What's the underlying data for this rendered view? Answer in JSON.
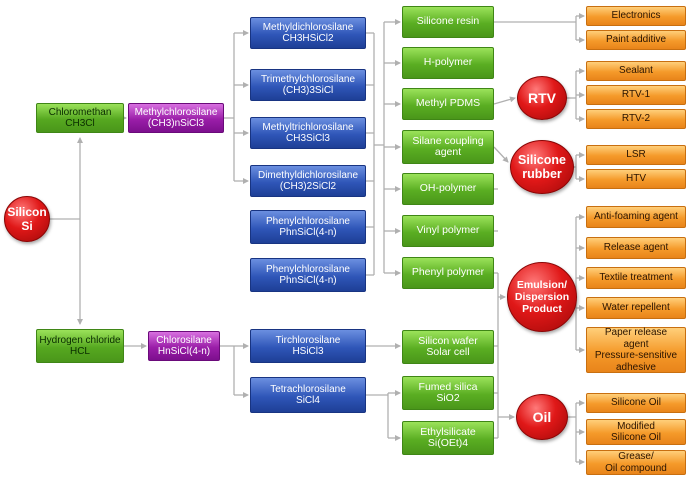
{
  "colors": {
    "green": "#56a820",
    "purple": "#9a1ea8",
    "blue": "#2f56b8",
    "orange": "#f59a2a",
    "red": "#e01818",
    "connector": "#b0b0b0"
  },
  "root": {
    "label": "Silicon\nSi"
  },
  "sources": {
    "chloromethane": "Chloromethan\nCH3Cl",
    "hydrogen_chloride": "Hydrogen chloride\nHCL"
  },
  "intermediates": {
    "methylchlorosilane": "Methylchlorosilane\n(CH3)nSiCl3",
    "chlorosilane": "Chlorosilane\nHnSiCl(4-n)"
  },
  "silanes": [
    "Methyldichlorosilane\nCH3HSiCl2",
    "Trimethylchlorosilane\n(CH3)3SiCl",
    "Methyltrichlorosilane\nCH3SiCl3",
    "Dimethyldichlorosilane\n(CH3)2SiCl2",
    "Phenylchlorosilane\nPhnSiCl(4-n)",
    "Phenylchlorosilane\nPhnSiCl(4-n)",
    "Tirchlorosilane\nHSiCl3",
    "Tetrachlorosilane\nSiCl4"
  ],
  "polymers": [
    "Silicone resin",
    "H-polymer",
    "Methyl PDMS",
    "Silane coupling\nagent",
    "OH-polymer",
    "Vinyl polymer",
    "Phenyl polymer"
  ],
  "inorganic": [
    "Silicon wafer\nSolar cell",
    "Fumed silica\nSiO2",
    "Ethylsilicate\nSi(OEt)4"
  ],
  "categories": {
    "rtv": "RTV",
    "silicone_rubber": "Silicone\nrubber",
    "emulsion": "Emulsion/\nDispersion\nProduct",
    "oil": "Oil"
  },
  "products": {
    "resin": [
      "Electronics",
      "Paint additive"
    ],
    "rtv": [
      "Sealant",
      "RTV-1",
      "RTV-2"
    ],
    "rubber": [
      "LSR",
      "HTV"
    ],
    "emulsion": [
      "Anti-foaming  agent",
      "Release agent",
      "Textile treatment",
      "Water repellent",
      "Paper release\nagent\nPressure-sensitive\nadhesive"
    ],
    "oil": [
      "Silicone Oil",
      "Modified\nSilicone Oil",
      "Grease/\nOil compound"
    ]
  }
}
